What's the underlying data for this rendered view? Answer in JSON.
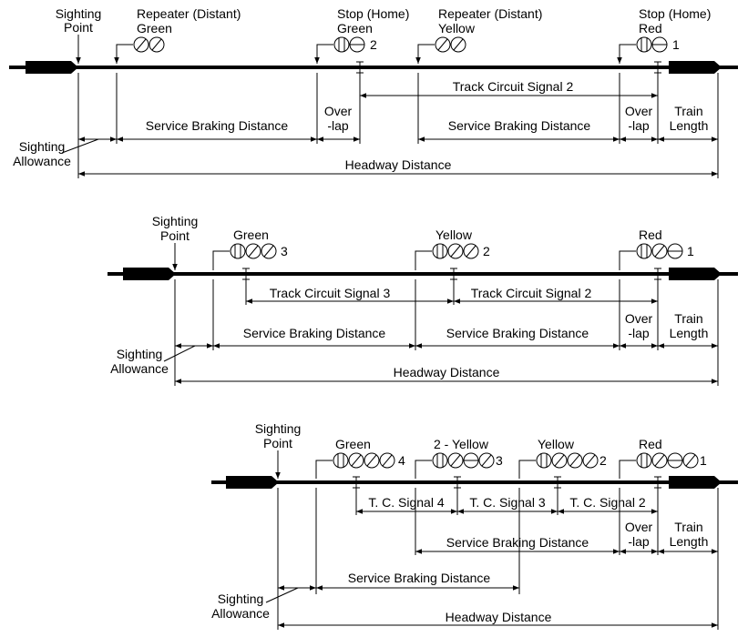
{
  "panel1": {
    "sighting_point": [
      "Sighting",
      "Point"
    ],
    "sig_a": [
      "Repeater (Distant)",
      "Green"
    ],
    "sig_b": [
      "Stop (Home)",
      "Green"
    ],
    "sig_b_num": "2",
    "sig_c": [
      "Repeater (Distant)",
      "Yellow"
    ],
    "sig_d": [
      "Stop (Home)",
      "Red"
    ],
    "sig_d_num": "1",
    "track_circuit": "Track Circuit Signal 2",
    "braking_1": "Service Braking Distance",
    "overlap_1": [
      "Over",
      "-lap"
    ],
    "braking_2": "Service Braking Distance",
    "overlap_2": [
      "Over",
      "-lap"
    ],
    "train_length": [
      "Train",
      "Length"
    ],
    "sighting_allowance": [
      "Sighting",
      "Allowance"
    ],
    "headway": "Headway Distance"
  },
  "panel2": {
    "sighting_point": [
      "Sighting",
      "Point"
    ],
    "green": "Green",
    "green_num": "3",
    "yellow": "Yellow",
    "yellow_num": "2",
    "red": "Red",
    "red_num": "1",
    "tc3": "Track Circuit Signal 3",
    "tc2": "Track Circuit Signal 2",
    "braking_1": "Service Braking Distance",
    "braking_2": "Service Braking Distance",
    "overlap": [
      "Over",
      "-lap"
    ],
    "train_length": [
      "Train",
      "Length"
    ],
    "sighting_allowance": [
      "Sighting",
      "Allowance"
    ],
    "headway": "Headway Distance"
  },
  "panel3": {
    "sighting_point": [
      "Sighting",
      "Point"
    ],
    "green": "Green",
    "green_num": "4",
    "two_yellow": "2 - Yellow",
    "two_yellow_num": "3",
    "yellow": "Yellow",
    "yellow_num": "2",
    "red": "Red",
    "red_num": "1",
    "tc4": "T. C. Signal 4",
    "tc3": "T. C. Signal 3",
    "tc2": "T. C. Signal 2",
    "braking_1": "Service Braking Distance",
    "overlap": [
      "Over",
      "-lap"
    ],
    "train_length": [
      "Train",
      "Length"
    ],
    "braking_2": "Service Braking Distance",
    "sighting_allowance": [
      "Sighting",
      "Allowance"
    ],
    "headway": "Headway Distance"
  }
}
